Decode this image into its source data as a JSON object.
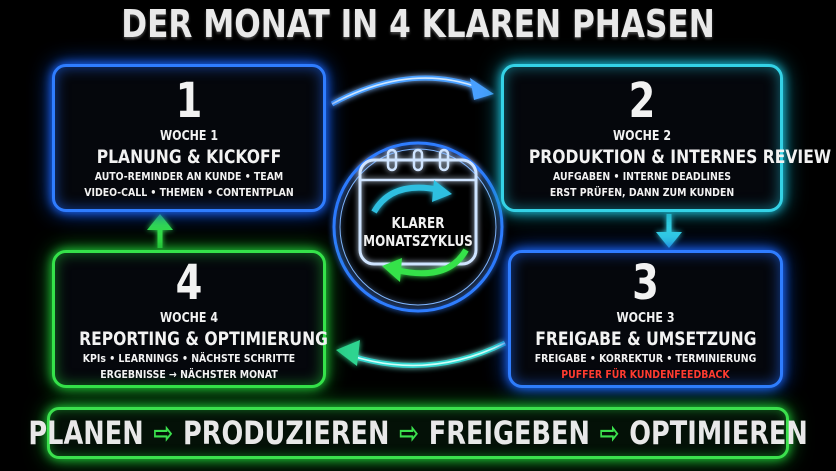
{
  "title": "DER MONAT IN 4 KLAREN PHASEN",
  "phases": [
    {
      "number": "1",
      "week": "WOCHE 1",
      "name": "PLANUNG & KICKOFF",
      "lines": [
        "AUTO-REMINDER AN KUNDE • TEAM",
        "VIDEO-CALL • THEMEN • CONTENTPLAN"
      ]
    },
    {
      "number": "2",
      "week": "WOCHE 2",
      "name": "PRODUKTION & INTERNES REVIEW",
      "lines": [
        "AUFGABEN • INTERNE DEADLINES",
        "ERST PRÜFEN, DANN ZUM KUNDEN"
      ]
    },
    {
      "number": "3",
      "week": "WOCHE 3",
      "name": "FREIGABE & UMSETZUNG",
      "lines": [
        "FREIGABE • KORREKTUR • TERMINIERUNG"
      ],
      "highlight": "PUFFER FÜR KUNDENFEEDBACK"
    },
    {
      "number": "4",
      "week": "WOCHE 4",
      "name": "REPORTING & OPTIMIERUNG",
      "lines": [
        "KPIs • LEARNINGS • NÄCHSTE SCHRITTE",
        "ERGEBNISSE → NÄCHSTER MONAT"
      ]
    }
  ],
  "center": {
    "line1": "KLARER",
    "line2": "MONATSZYKLUS",
    "icon": "calendar-cycle-icon"
  },
  "flow": {
    "steps": [
      "PLANEN",
      "PRODUZIEREN",
      "FREIGEBEN",
      "OPTIMIEREN"
    ],
    "arrow": "⇨"
  },
  "colors": {
    "blue": "#2f7dff",
    "cyan": "#34d2e6",
    "green": "#35e24a",
    "red": "#ff3b30",
    "background": "#000000"
  }
}
